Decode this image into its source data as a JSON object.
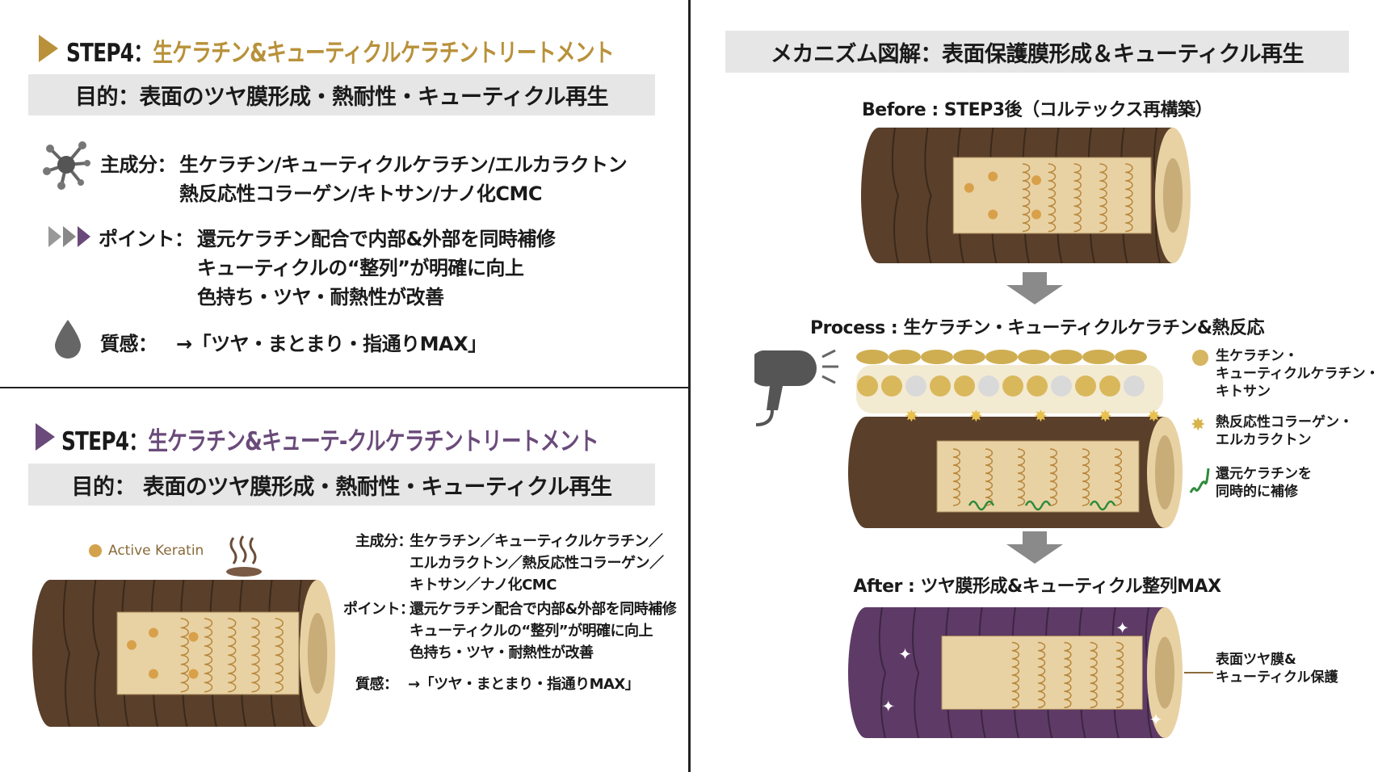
{
  "top_left": {
    "step": "STEP4：",
    "title": "生ケラチン&キューティクルケラチントリートメント",
    "purpose": "目的：表面のツヤ膜形成・熱耐性・キューティクル再生",
    "ingredients_label": "主成分：",
    "ingredients": [
      "生ケラチン/キューティクルケラチン/エルカラクトン",
      "熱反応性コラーゲン/キトサン/ナノ化CMC"
    ],
    "points_label": "ポイント：",
    "points": [
      "還元ケラチン配合で内部&外部を同時補修",
      "キューティクルの“整列”が明確に向上",
      "色持ち・ツヤ・耐熱性が改善"
    ],
    "texture_label": "質感：",
    "texture": "→「ツヤ・まとまり・指通りMAX」"
  },
  "bottom_left": {
    "step": "STEP4：",
    "title": "生ケラチン&キューテ-クルケラチントリートメント",
    "purpose": "目的： 表面のツヤ膜形成・熱耐性・キューティクル再生",
    "active_keratin": "Active Keratin",
    "ingredients_label": "主成分：",
    "ingredients": [
      "生ケラチン／キューティクルケラチン／",
      "エルカラクトン／熱反応性コラーゲン／",
      "キトサン／ナノ化CMC"
    ],
    "points_label": "ポイント：",
    "points": [
      "還元ケラチン配合で内部&外部を同時補修",
      "キューティクルの“整列”が明確に向上",
      "色持ち・ツヤ・耐熱性が改善"
    ],
    "texture_label": "質感：",
    "texture": "→「ツヤ・まとまり・指通りMAX」"
  },
  "right": {
    "header": "メカニズム図解：表面保護膜形成＆キューティクル再生",
    "before": "Before : STEP3後（コルテックス再構築）",
    "process": "Process : 生ケラチン・キューティクルケラチン&熱反応",
    "after": "After : ツヤ膜形成&キューティクル整列MAX",
    "legend": [
      [
        "生ケラチン・",
        "キューティクルケラチン・",
        "キトサン"
      ],
      [
        "熱反応性コラーゲン・",
        "エルカラクトン"
      ],
      [
        "還元ケラチンを",
        "同時的に補修"
      ]
    ],
    "after_label": [
      "表面ツヤ膜&",
      "キューティクル保護"
    ]
  },
  "colors": {
    "gold": "#b8913a",
    "purple": "#6a4a7a",
    "hair_brown": "#5a3f2a",
    "hair_purple": "#5e3a66",
    "cortex": "#e8d2a4",
    "gray_bar": "#e6e6e6"
  }
}
